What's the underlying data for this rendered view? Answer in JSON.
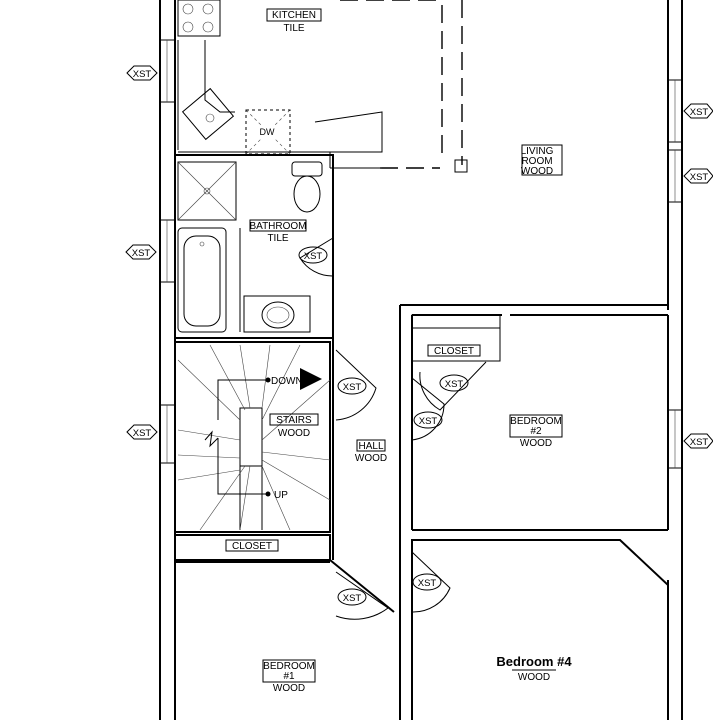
{
  "rooms": {
    "kitchen": {
      "name": "KITCHEN",
      "finish": "TILE"
    },
    "living": {
      "name_line1": "LIVING",
      "name_line2": "ROOM",
      "finish": "WOOD"
    },
    "bathroom": {
      "name": "BATHROOM",
      "finish": "TILE"
    },
    "stairs": {
      "name": "STAIRS",
      "finish": "WOOD",
      "down_label": "DOWN",
      "up_label": "UP"
    },
    "hall": {
      "name": "HALL",
      "finish": "WOOD"
    },
    "bedroom2": {
      "name_line1": "BEDROOM",
      "name_line2": "#2",
      "finish": "WOOD"
    },
    "bedroom1": {
      "name_line1": "BEDROOM",
      "name_line2": "#1",
      "finish": "WOOD"
    },
    "bedroom4": {
      "name": "Bedroom #4",
      "finish": "WOOD"
    },
    "closet_stairs": {
      "name": "CLOSET"
    },
    "closet_bed2": {
      "name": "CLOSET"
    }
  },
  "appliances": {
    "dishwasher": "DW"
  },
  "tags": {
    "existing": "XST"
  }
}
